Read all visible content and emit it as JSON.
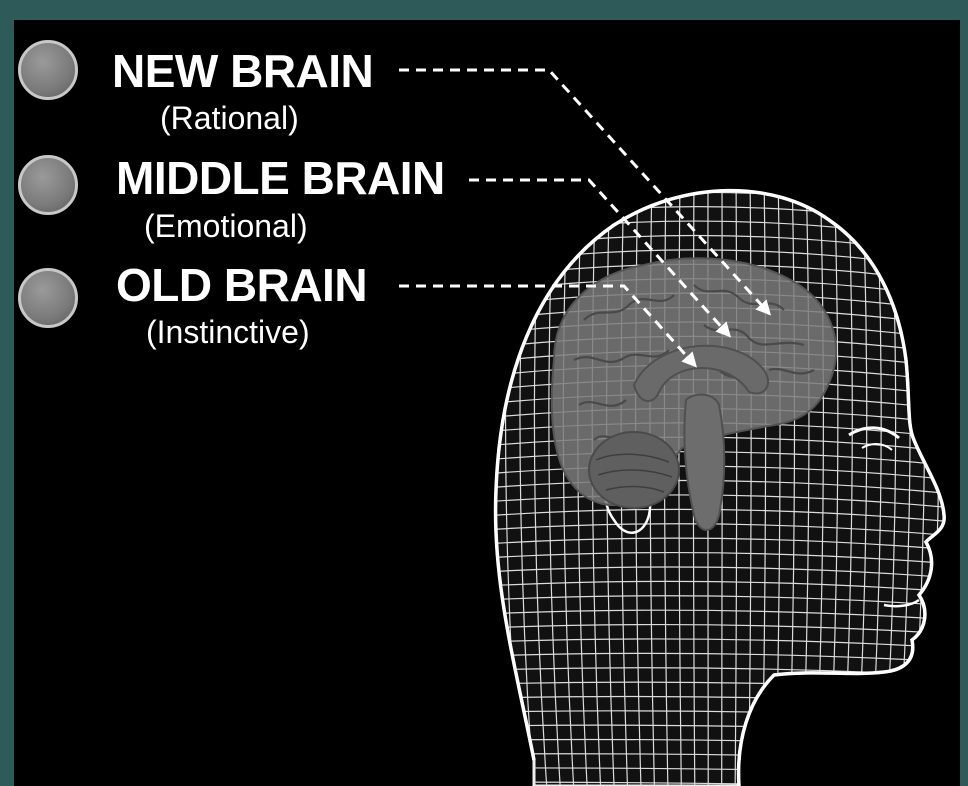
{
  "levels": [
    {
      "name": "NEW BRAIN",
      "descriptor": "(Rational)"
    },
    {
      "name": "MIDDLE BRAIN",
      "descriptor": "(Emotional)"
    },
    {
      "name": "OLD BRAIN",
      "descriptor": "(Instinctive)"
    }
  ],
  "colors": {
    "frame": "#2e5a5a",
    "background": "#000000",
    "text": "#ffffff",
    "wireframe": "#e6e6e6",
    "brain": "#8a8a8a",
    "bullet": "#8c8c8c"
  },
  "icons": [
    "circle-bullet-icon",
    "head-wireframe-icon",
    "brain-icon",
    "arrow-icon"
  ]
}
